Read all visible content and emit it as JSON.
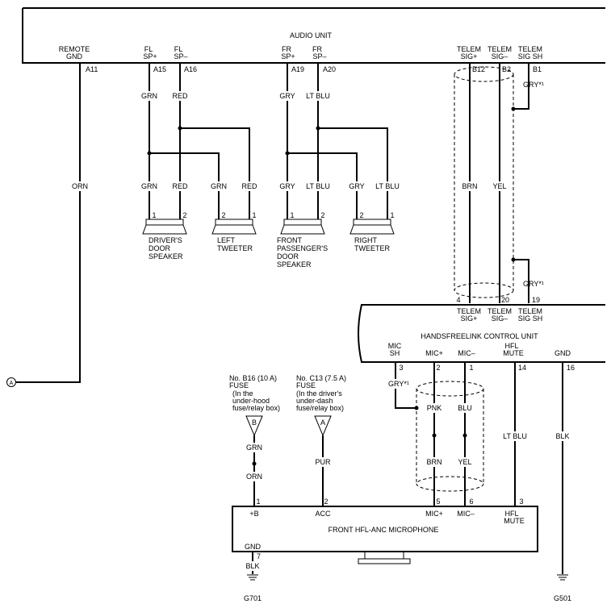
{
  "audio_unit": {
    "title": "AUDIO UNIT",
    "pins": {
      "remote_gnd": {
        "label1": "REMOTE",
        "label2": "GND",
        "pin": "A11"
      },
      "fl_sp_plus": {
        "label1": "FL",
        "label2": "SP+",
        "pin": "A15"
      },
      "fl_sp_minus": {
        "label1": "FL",
        "label2": "SP–",
        "pin": "A16"
      },
      "fr_sp_plus": {
        "label1": "FR",
        "label2": "SP+",
        "pin": "A19"
      },
      "fr_sp_minus": {
        "label1": "FR",
        "label2": "SP–",
        "pin": "A20"
      },
      "telem_sig_plus": {
        "label1": "TELEM",
        "label2": "SIG+",
        "pin": "B12"
      },
      "telem_sig_minus": {
        "label1": "TELEM",
        "label2": "SIG–",
        "pin": "B2"
      },
      "telem_sig_sh": {
        "label1": "TELEM",
        "label2": "SIG SH",
        "pin": "B1"
      }
    }
  },
  "wires": {
    "orn": "ORN",
    "grn": "GRN",
    "red": "RED",
    "gry": "GRY",
    "lt_blu": "LT BLU",
    "brn": "BRN",
    "yel": "YEL",
    "gry_star": "GRY*¹",
    "pnk": "PNK",
    "blu": "BLU",
    "pur": "PUR",
    "blk": "BLK"
  },
  "speakers": {
    "drivers_door": {
      "line1": "DRIVER'S",
      "line2": "DOOR",
      "line3": "SPEAKER",
      "pin1": "1",
      "pin2": "2"
    },
    "left_tweeter": {
      "line1": "LEFT",
      "line2": "TWEETER",
      "pin1": "2",
      "pin2": "1"
    },
    "front_pass_door": {
      "line1": "FRONT",
      "line2": "PASSENGER'S",
      "line3": "DOOR",
      "line4": "SPEAKER",
      "pin1": "1",
      "pin2": "2"
    },
    "right_tweeter": {
      "line1": "RIGHT",
      "line2": "TWEETER",
      "pin1": "2",
      "pin2": "1"
    }
  },
  "hfl_unit": {
    "title": "HANDSFREELINK CONTROL UNIT",
    "top_pins": [
      {
        "l1": "TELEM",
        "l2": "SIG+",
        "pin": "4"
      },
      {
        "l1": "TELEM",
        "l2": "SIG–",
        "pin": "20"
      },
      {
        "l1": "TELEM",
        "l2": "SIG SH",
        "pin": "19"
      }
    ],
    "bottom_pins": [
      {
        "l1": "MIC",
        "l2": "SH",
        "pin": "3"
      },
      {
        "l1": "MIC+",
        "l2": "",
        "pin": "2"
      },
      {
        "l1": "MIC–",
        "l2": "",
        "pin": "1"
      },
      {
        "l1": "HFL",
        "l2": "MUTE",
        "pin": "14"
      },
      {
        "l1": "GND",
        "l2": "",
        "pin": "16"
      }
    ]
  },
  "fuse_b16": {
    "line1": "No. B16 (10 A)",
    "line2": "FUSE",
    "line3": "(In the",
    "line4": "under-hood",
    "line5": "fuse/relay box)",
    "letter": "B"
  },
  "fuse_c13": {
    "line1": "No. C13 (7.5 A)",
    "line2": "FUSE",
    "line3": "(In the driver's",
    "line4": "under-dash",
    "line5": "fuse/relay box)",
    "letter": "A"
  },
  "microphone": {
    "title": "FRONT HFL-ANC MICROPHONE",
    "pins": [
      {
        "label": "+B",
        "pin": "1"
      },
      {
        "label": "ACC",
        "pin": "2"
      },
      {
        "label": "MIC+",
        "pin": "5"
      },
      {
        "label": "MIC–",
        "pin": "6"
      },
      {
        "label": "HFL",
        "label2": "MUTE",
        "pin": "3"
      }
    ],
    "gnd": {
      "label": "GND",
      "pin": "7"
    }
  },
  "grounds": {
    "g701": "G701",
    "g501": "G501"
  },
  "connector_a": "A"
}
